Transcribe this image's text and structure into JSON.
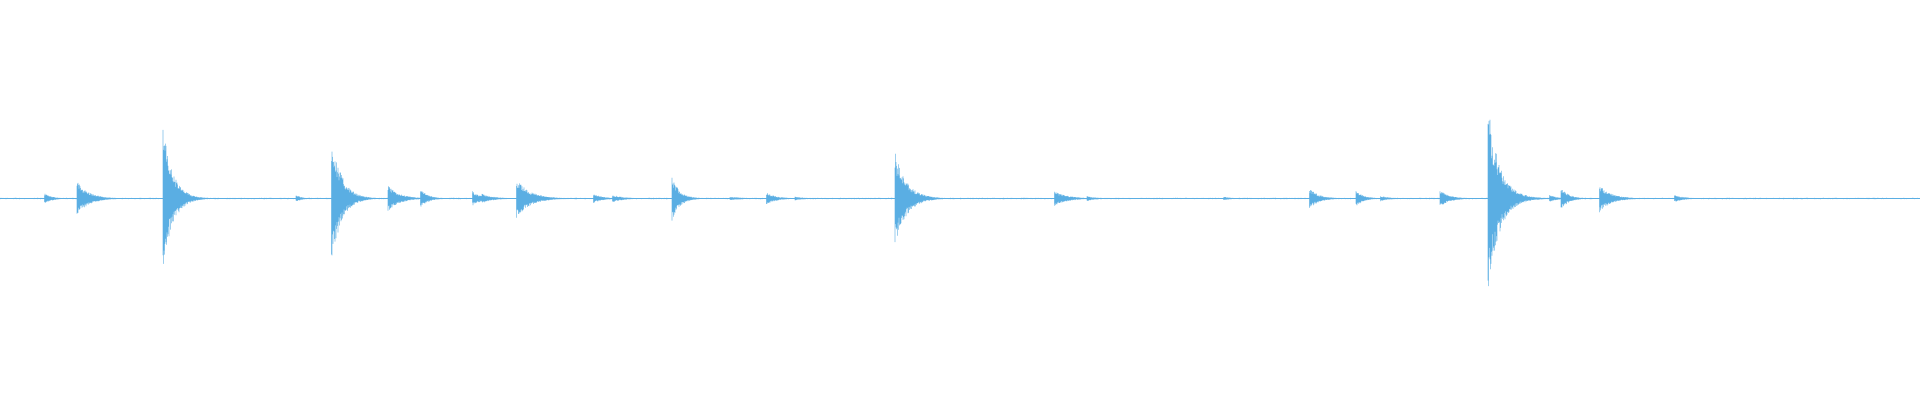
{
  "waveform": {
    "color": "#5aaee3",
    "background": "#ffffff",
    "baseline_amplitude": 0.008,
    "transients": [
      {
        "t": 0.023,
        "amp": 0.06,
        "decay": 0.004
      },
      {
        "t": 0.04,
        "amp": 0.19,
        "decay": 0.006
      },
      {
        "t": 0.0848,
        "amp": 0.8,
        "decay": 0.005
      },
      {
        "t": 0.154,
        "amp": 0.04,
        "decay": 0.003
      },
      {
        "t": 0.1725,
        "amp": 0.74,
        "decay": 0.005
      },
      {
        "t": 0.202,
        "amp": 0.14,
        "decay": 0.006
      },
      {
        "t": 0.219,
        "amp": 0.1,
        "decay": 0.004
      },
      {
        "t": 0.246,
        "amp": 0.08,
        "decay": 0.005
      },
      {
        "t": 0.251,
        "amp": 0.05,
        "decay": 0.006
      },
      {
        "t": 0.269,
        "amp": 0.21,
        "decay": 0.007
      },
      {
        "t": 0.309,
        "amp": 0.05,
        "decay": 0.005
      },
      {
        "t": 0.319,
        "amp": 0.04,
        "decay": 0.006
      },
      {
        "t": 0.35,
        "amp": 0.24,
        "decay": 0.004
      },
      {
        "t": 0.38,
        "amp": 0.02,
        "decay": 0.008
      },
      {
        "t": 0.399,
        "amp": 0.07,
        "decay": 0.005
      },
      {
        "t": 0.414,
        "amp": 0.02,
        "decay": 0.006
      },
      {
        "t": 0.466,
        "amp": 0.51,
        "decay": 0.006
      },
      {
        "t": 0.549,
        "amp": 0.08,
        "decay": 0.007
      },
      {
        "t": 0.566,
        "amp": 0.03,
        "decay": 0.005
      },
      {
        "t": 0.637,
        "amp": 0.02,
        "decay": 0.005
      },
      {
        "t": 0.682,
        "amp": 0.11,
        "decay": 0.005
      },
      {
        "t": 0.706,
        "amp": 0.09,
        "decay": 0.004
      },
      {
        "t": 0.719,
        "amp": 0.03,
        "decay": 0.005
      },
      {
        "t": 0.75,
        "amp": 0.09,
        "decay": 0.005
      },
      {
        "t": 0.775,
        "amp": 1.0,
        "decay": 0.006
      },
      {
        "t": 0.807,
        "amp": 0.04,
        "decay": 0.004
      },
      {
        "t": 0.813,
        "amp": 0.12,
        "decay": 0.004
      },
      {
        "t": 0.833,
        "amp": 0.15,
        "decay": 0.006
      },
      {
        "t": 0.872,
        "amp": 0.04,
        "decay": 0.005
      }
    ]
  }
}
